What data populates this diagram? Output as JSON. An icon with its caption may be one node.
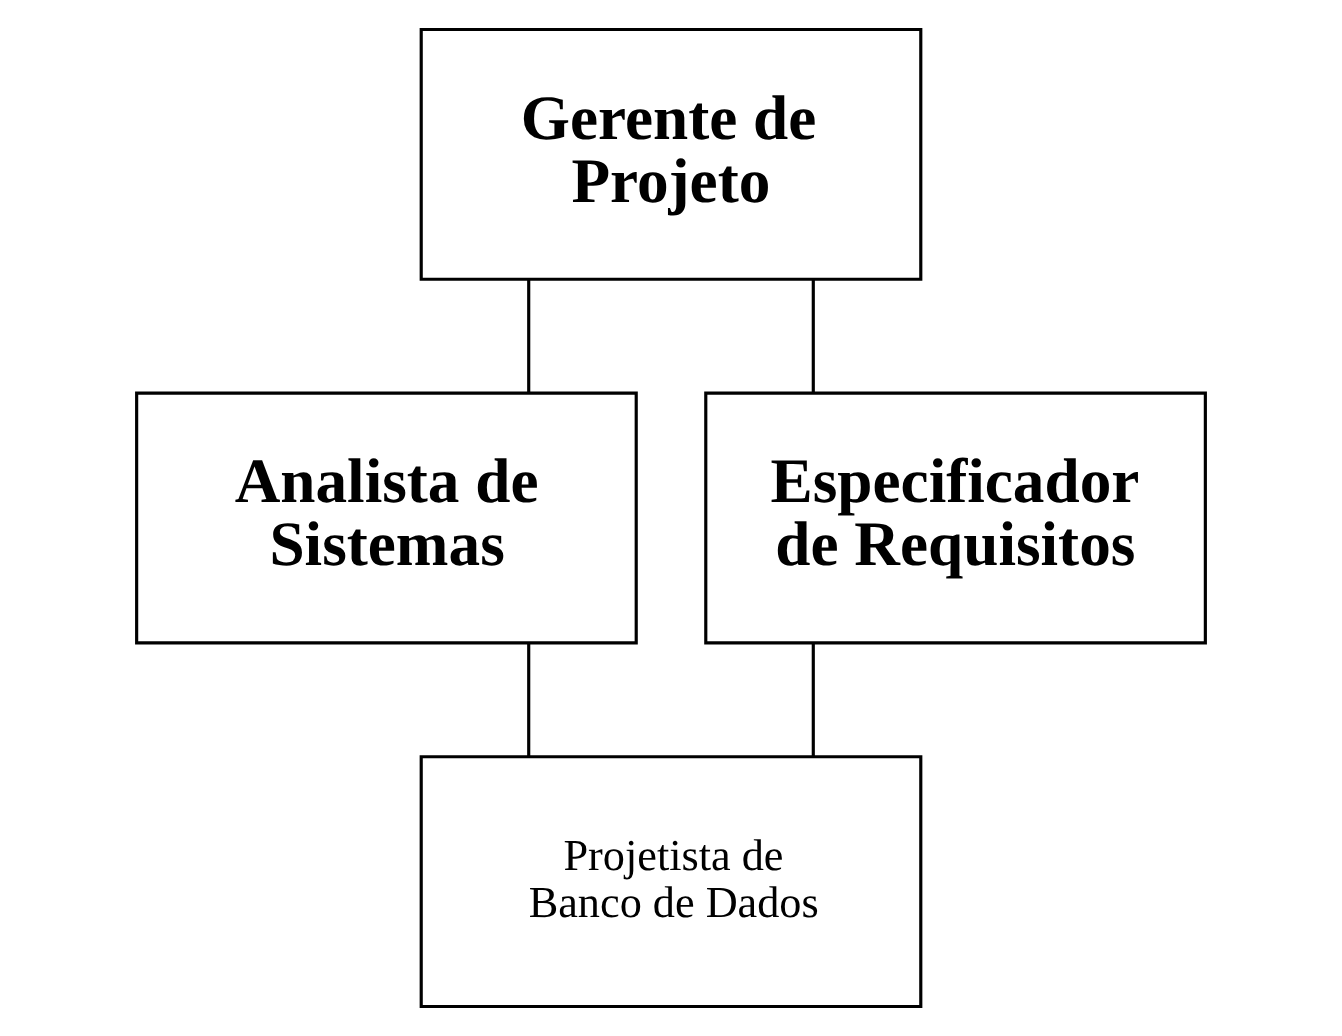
{
  "diagram": {
    "nodes": [
      {
        "text": [
          "Gerente de Projeto"
        ]
      },
      {
        "text": [
          "Analista de Sistemas"
        ]
      },
      {
        "text": [
          "Especificador de Requisitos"
        ]
      },
      {
        "text": [
          "Projetista de Banco de Dados"
        ]
      }
    ],
    "edges": [
      {
        "from": 0,
        "to": 1,
        "arrow": "none"
      },
      {
        "from": 0,
        "to": 2,
        "arrow": "none"
      },
      {
        "from": 1,
        "to": 3,
        "arrow": "none"
      },
      {
        "from": 2,
        "to": 3,
        "arrow": "none"
      }
    ]
  }
}
